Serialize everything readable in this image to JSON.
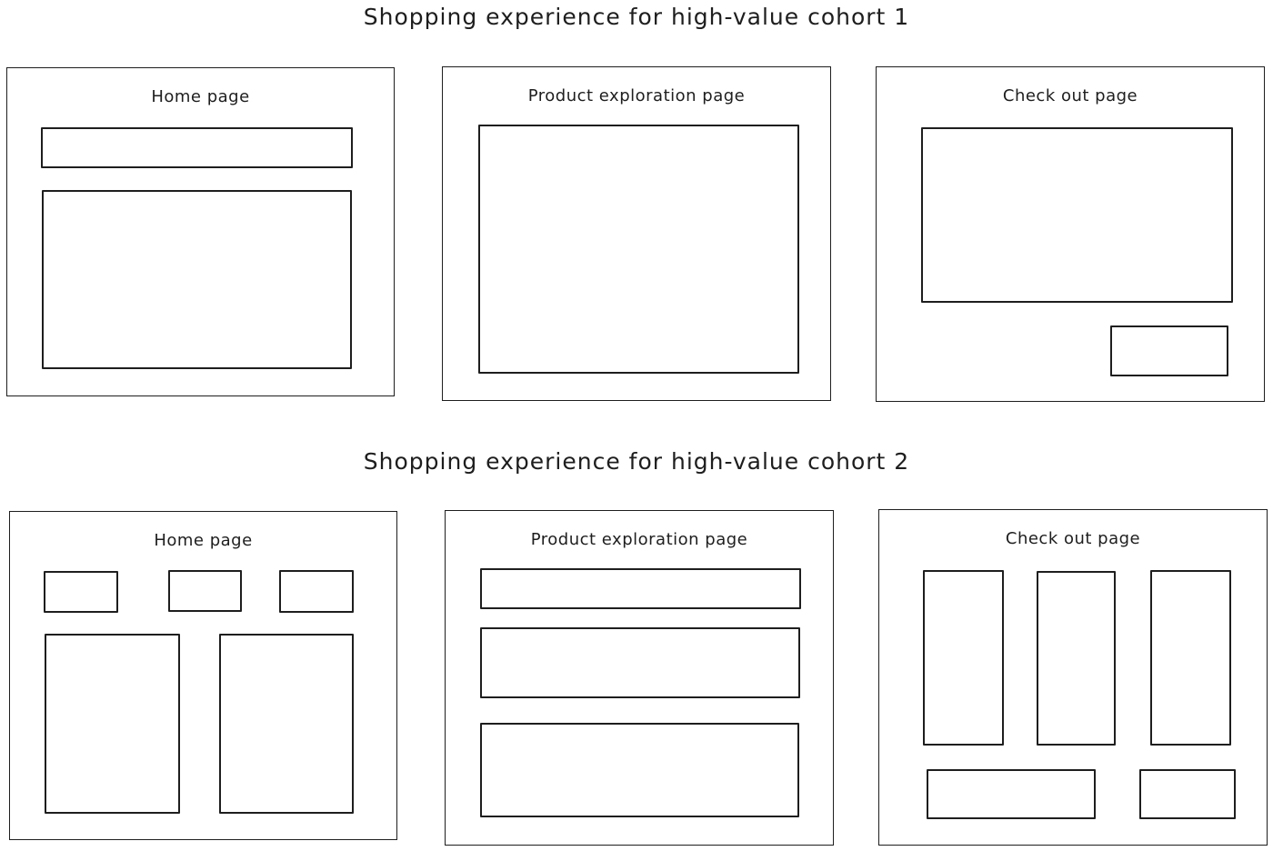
{
  "cohorts": [
    {
      "title": "Shopping experience for high-value cohort 1",
      "pages": [
        {
          "label": "Home page"
        },
        {
          "label": "Product exploration page"
        },
        {
          "label": "Check out page"
        }
      ]
    },
    {
      "title": "Shopping experience for high-value cohort 2",
      "pages": [
        {
          "label": "Home page"
        },
        {
          "label": "Product exploration page"
        },
        {
          "label": "Check out page"
        }
      ]
    }
  ]
}
